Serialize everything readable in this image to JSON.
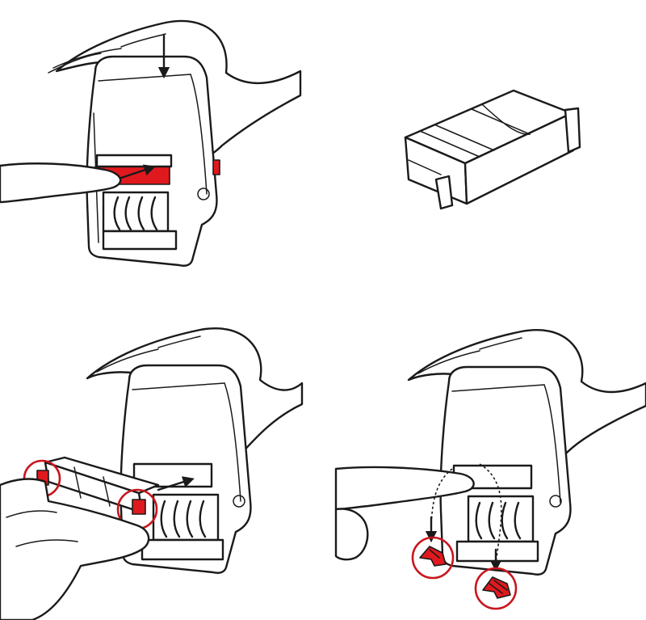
{
  "colors": {
    "accent_red": "#e0191e",
    "ring_red": "#c8161d",
    "outline": "#1a1a1a",
    "background": "#ffffff"
  },
  "panels": [
    {
      "id": "step-1",
      "description_icon": "press-stamp-pull-pad-icon"
    },
    {
      "id": "step-2",
      "description_icon": "ink-pad-cartridge-icon"
    },
    {
      "id": "step-3",
      "description_icon": "insert-ink-pad-icon"
    },
    {
      "id": "step-4",
      "description_icon": "remove-tabs-icon"
    }
  ]
}
